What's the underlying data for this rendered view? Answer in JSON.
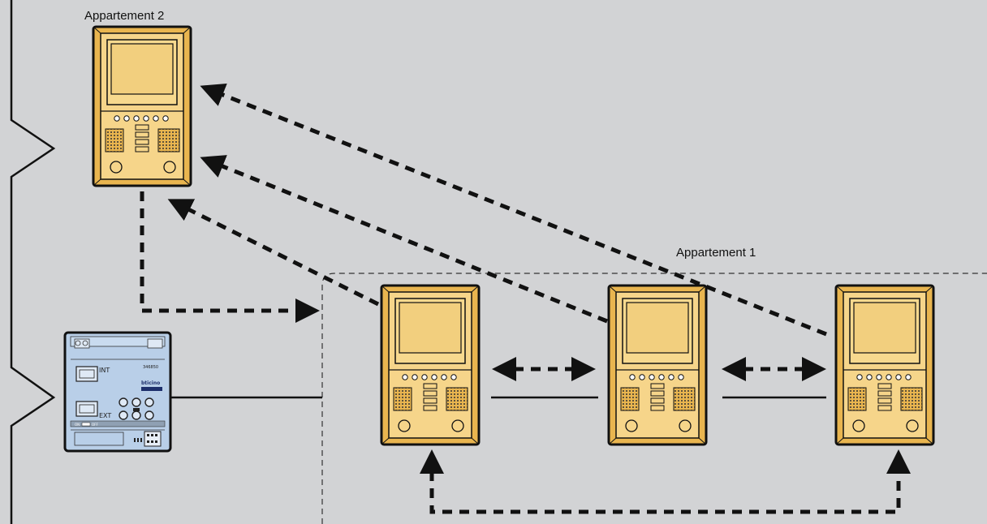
{
  "labels": {
    "apartment_1": "Appartement 1",
    "apartment_2": "Appartement 2"
  },
  "interface_module": {
    "port_int": "INT",
    "port_ext": "EXT",
    "model": "346850",
    "brand": "bticino",
    "switch_on": "ON",
    "switch_off": "OFF"
  },
  "colors": {
    "background": "#d2d3d5",
    "monitor_body": "#f6d58a",
    "monitor_frame": "#e9b54f",
    "module_body": "#b9cfe8",
    "line": "#111111"
  },
  "icons": [
    "video-monitor-icon",
    "interface-module-icon",
    "arrow-icon"
  ]
}
